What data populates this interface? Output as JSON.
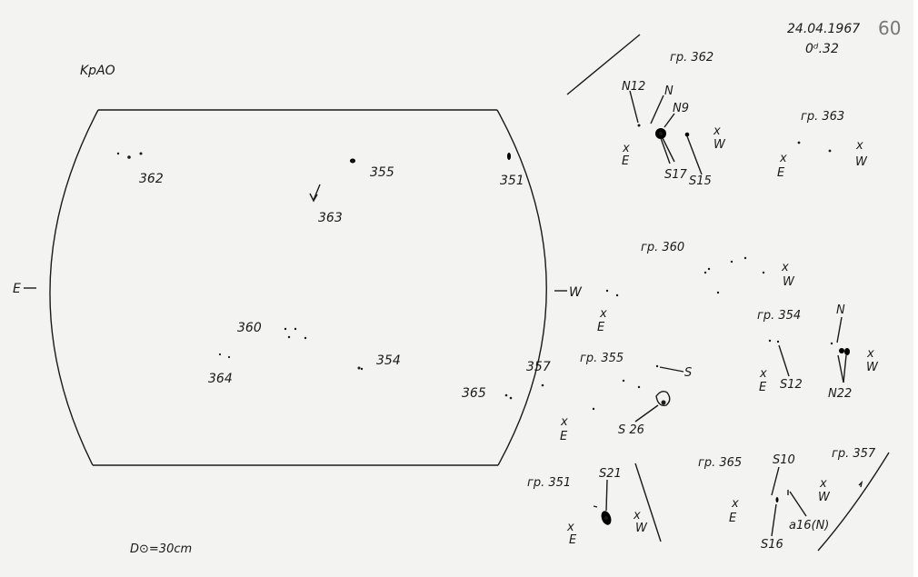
{
  "header": {
    "date": "24.04.1967",
    "time": "0ᵈ.32",
    "page_number": "60",
    "station": "KpAO"
  },
  "footer": {
    "diameter": "D⊙=30cm"
  },
  "disk": {
    "east_label": "E",
    "west_label": "W",
    "groups": [
      "362",
      "355",
      "351",
      "363",
      "360",
      "364",
      "354",
      "357",
      "365"
    ]
  },
  "details": {
    "g362": {
      "title": "гр. 362",
      "labels": [
        "N12",
        "N",
        "N9",
        "S17",
        "S15"
      ],
      "e": "E",
      "w": "W"
    },
    "g363": {
      "title": "гр. 363",
      "e": "E",
      "w": "W"
    },
    "g360": {
      "title": "гр. 360",
      "e": "E",
      "w": "W"
    },
    "g354": {
      "title": "гр. 354",
      "labels": [
        "N",
        "S12",
        "N22"
      ],
      "e": "E",
      "w": "W"
    },
    "g355": {
      "title": "гр. 355",
      "labels": [
        "S",
        "S 26"
      ],
      "e": "E"
    },
    "g351": {
      "title": "гр. 351",
      "labels": [
        "S21"
      ],
      "e": "E",
      "w": "W"
    },
    "g365": {
      "title": "гр. 365",
      "labels": [
        "S10",
        "S16",
        "a16(N)"
      ],
      "e": "E",
      "w": "W"
    },
    "g357": {
      "title": "гр. 357"
    }
  }
}
